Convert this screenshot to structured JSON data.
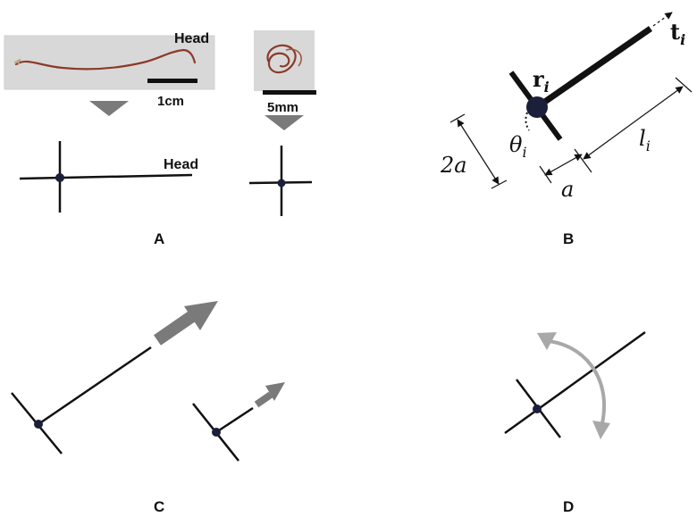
{
  "panel_a": {
    "label": "A",
    "photo1_head_label": "Head",
    "photo1_scale_label": "1cm",
    "photo2_scale_label": "5mm",
    "model_head_label": "Head"
  },
  "panel_b": {
    "label": "B",
    "t_symbol": "t",
    "t_sub": "i",
    "r_symbol": "r",
    "r_sub": "i",
    "theta_symbol": "θ",
    "theta_sub": "i",
    "l_symbol": "l",
    "l_sub": "i",
    "two_a_label": "2a",
    "a_label": "a"
  },
  "panel_c": {
    "label": "C"
  },
  "panel_d": {
    "label": "D"
  },
  "colors": {
    "line": "#111111",
    "node": "#1b1f3a",
    "arrow_gray": "#7a7a7a",
    "arrow_light": "#a8a8a8",
    "worm": "#8b3a2a",
    "photo_bg": "#d9d9d9"
  }
}
